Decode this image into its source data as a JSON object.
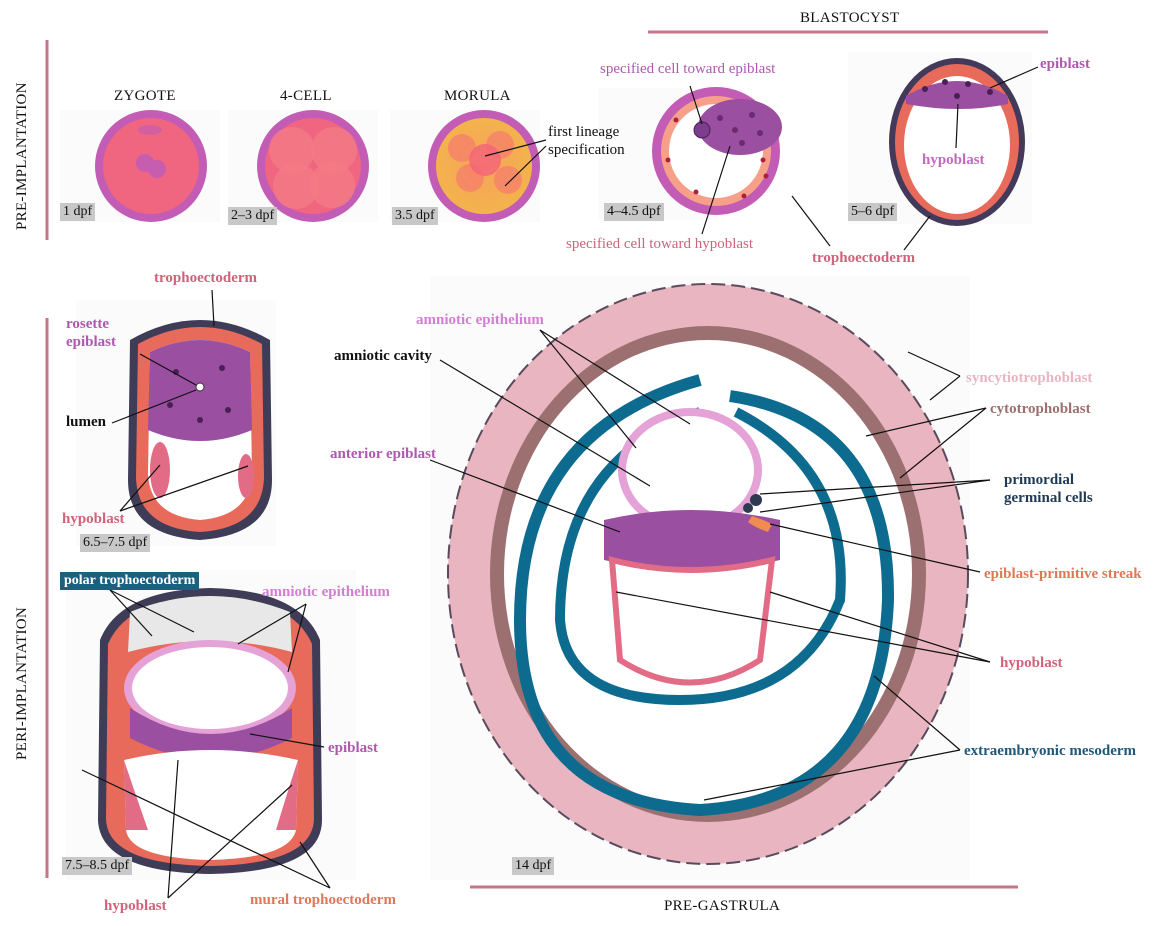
{
  "section_labels": {
    "pre_implantation": "PRE-IMPLANTATION",
    "peri_implantation": "PERI-IMPLANTATION",
    "blastocyst": "BLASTOCYST",
    "pre_gastrula": "PRE-GASTRULA"
  },
  "stages": {
    "zygote": "ZYGOTE",
    "four_cell": "4-CELL",
    "morula": "MORULA"
  },
  "dpf": {
    "d1": "1 dpf",
    "d2": "2–3 dpf",
    "d3": "3.5 dpf",
    "d4": "4–4.5 dpf",
    "d5": "5–6 dpf",
    "d6": "6.5–7.5 dpf",
    "d7": "7.5–8.5 dpf",
    "d14": "14 dpf"
  },
  "labels": {
    "first_lineage_1": "first lineage",
    "first_lineage_2": "specification",
    "spec_epiblast": "specified cell toward epiblast",
    "spec_hypoblast": "specified cell toward hypoblast",
    "epiblast_top": "epiblast",
    "hypoblast_top": "hypoblast",
    "trophoectoderm_top": "trophoectoderm",
    "trophoectoderm_peri": "trophoectoderm",
    "rosette_1": "rosette",
    "rosette_2": "epiblast",
    "lumen": "lumen",
    "hypoblast_peri": "hypoblast",
    "polar_troph": "polar trophoectoderm",
    "amniotic_epi_small": "amniotic epithelium",
    "epiblast_small": "epiblast",
    "hypoblast_small": "hypoblast",
    "mural_troph": "mural trophoectoderm",
    "amniotic_epi_big": "amniotic epithelium",
    "amniotic_cavity": "amniotic cavity",
    "anterior_epiblast": "anterior epiblast",
    "syncytio": "syncytiotrophoblast",
    "cyto": "cytotrophoblast",
    "pgc_1": "primordial",
    "pgc_2": "germinal cells",
    "epi_ps": "epiblast-primitive streak",
    "hypoblast_big": "hypoblast",
    "extra_meso": "extraembryonic mesoderm"
  },
  "colors": {
    "zona": "#c25cb5",
    "cell_pink": "#f0657f",
    "epiblast_purple": "#9a4fa0",
    "trophoectoderm": "#e86a5a",
    "syncytio_pink": "#e9b5c0",
    "cyto_brown": "#9c7070",
    "mesoderm_blue": "#0d6b90",
    "section_line": "#c97586",
    "label_pink": "#d0637a",
    "label_magenta": "#b058b0",
    "label_blue": "#1f5878",
    "label_violet": "#d27fd3"
  }
}
